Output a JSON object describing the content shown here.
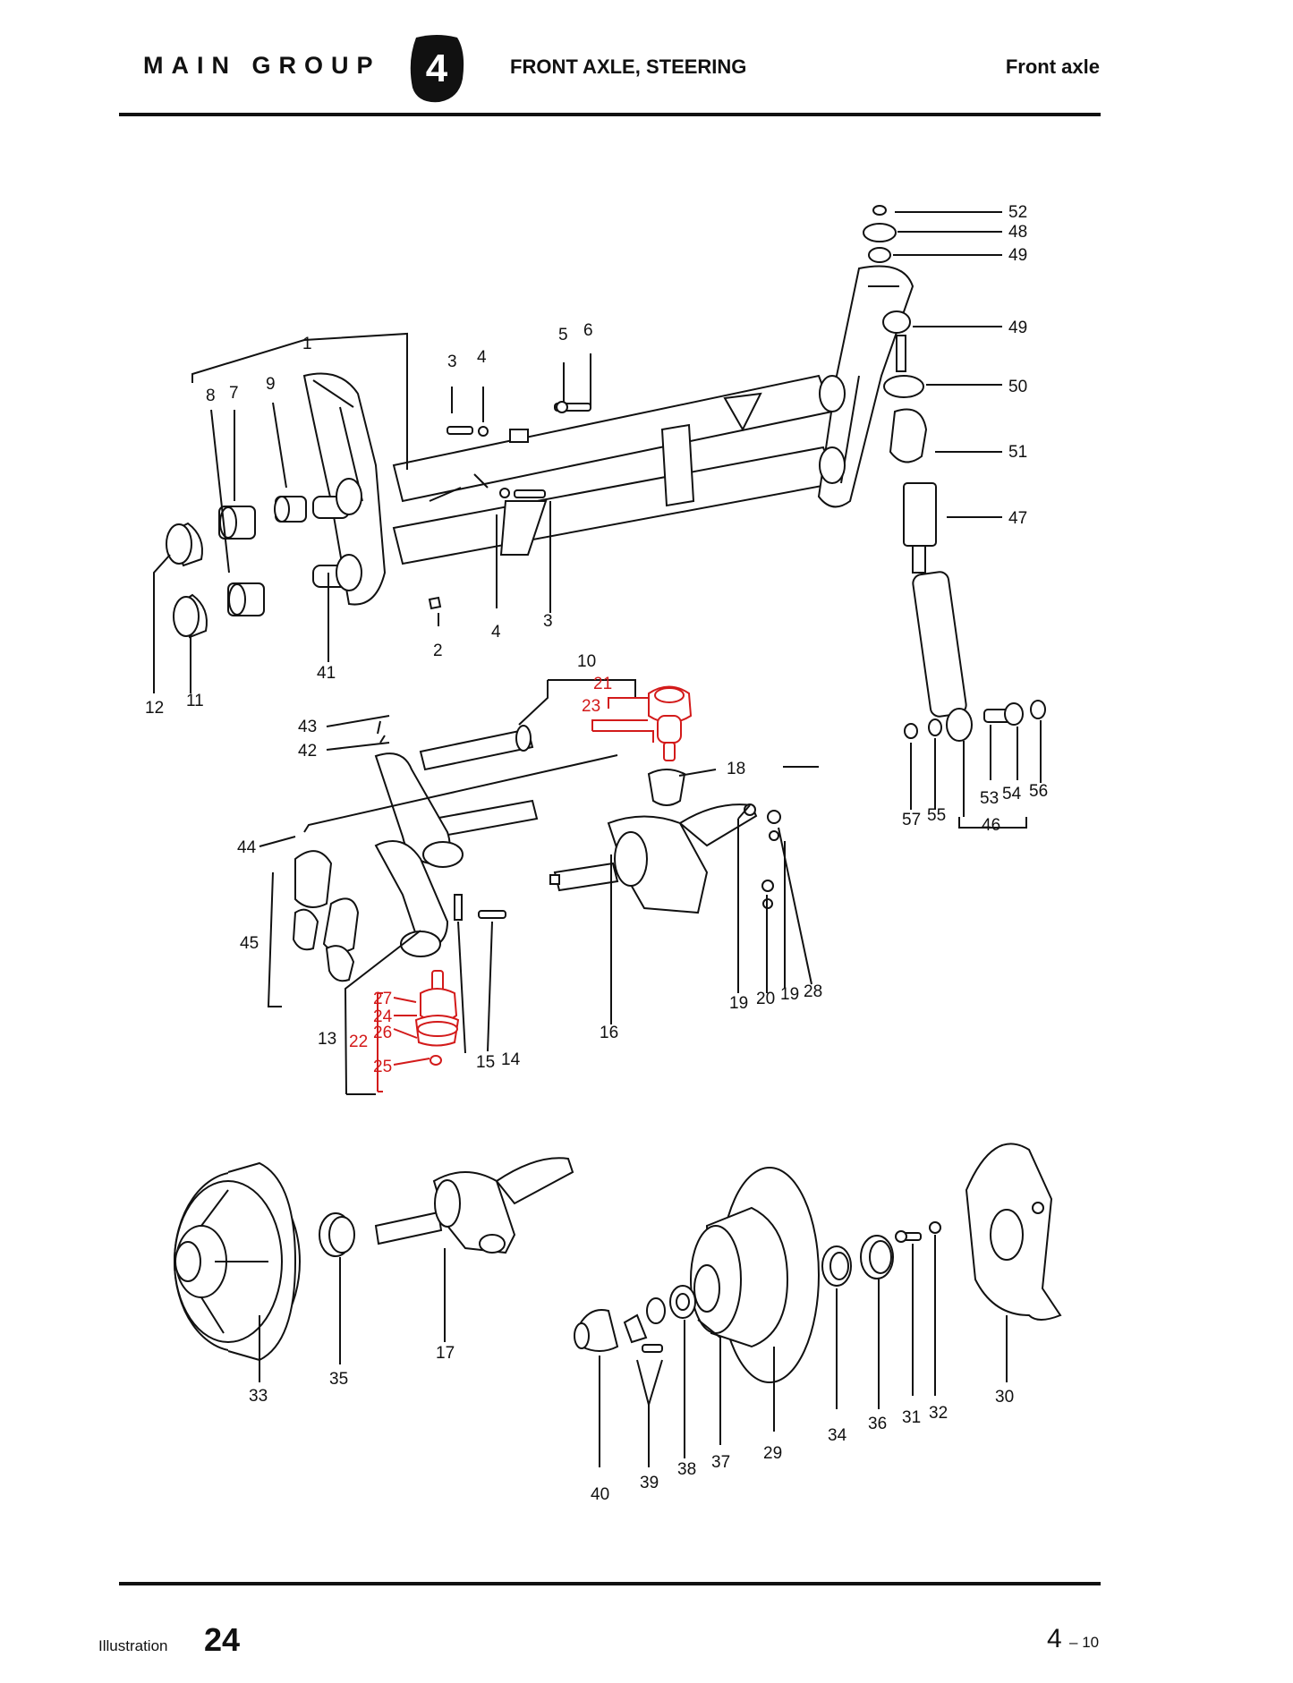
{
  "header": {
    "main_group": "MAIN GROUP",
    "group_number": "4",
    "section": "FRONT AXLE, STEERING",
    "subsection": "Front axle"
  },
  "footer": {
    "illustration_label": "Illustration",
    "illustration_number": "24",
    "page_main": "4",
    "page_sub": "– 10"
  },
  "callouts": {
    "1": "1",
    "2": "2",
    "3": "3",
    "4": "4",
    "5": "5",
    "6": "6",
    "7": "7",
    "8": "8",
    "9": "9",
    "10": "10",
    "11": "11",
    "12": "12",
    "13": "13",
    "14": "14",
    "15": "15",
    "16": "16",
    "17": "17",
    "18": "18",
    "19": "19",
    "20": "20",
    "21": "21",
    "22": "22",
    "23": "23",
    "24": "24",
    "25": "25",
    "26": "26",
    "27": "27",
    "28": "28",
    "29": "29",
    "30": "30",
    "31": "31",
    "32": "32",
    "33": "33",
    "34": "34",
    "35": "35",
    "36": "36",
    "37": "37",
    "38": "38",
    "39": "39",
    "40": "40",
    "41": "41",
    "42": "42",
    "43": "43",
    "44": "44",
    "45": "45",
    "46": "46",
    "47": "47",
    "48": "48",
    "49": "49",
    "50": "50",
    "51": "51",
    "52": "52",
    "53": "53",
    "54": "54",
    "55": "55",
    "56": "56",
    "57": "57"
  },
  "colors": {
    "ink": "#111111",
    "highlight": "#d31a1a"
  }
}
